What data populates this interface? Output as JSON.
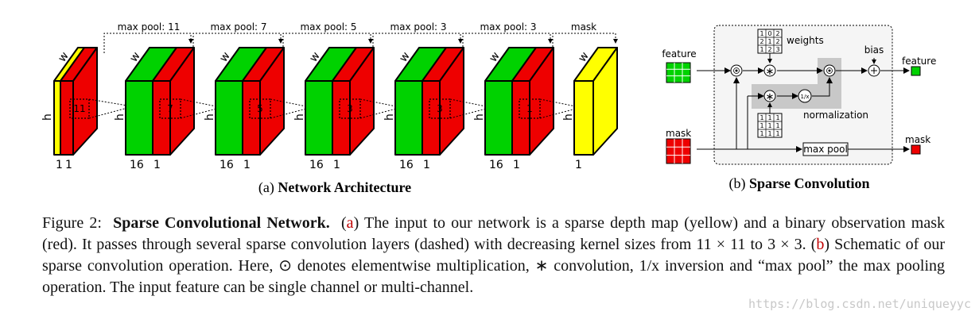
{
  "network": {
    "pool_labels": [
      "max pool: 11",
      "max pool: 7",
      "max pool: 5",
      "max pool: 3",
      "max pool: 3",
      "mask"
    ],
    "kernel_labels": [
      "11",
      "7",
      "5",
      "3",
      "3",
      "1"
    ],
    "dim_w": "w",
    "dim_h": "h",
    "channels_input": [
      "1",
      "1"
    ],
    "channels_layer": [
      "16",
      "1"
    ],
    "channels_output": "1",
    "subcaption_prefix": "(a)",
    "subcaption_title": "Network Architecture"
  },
  "sparse_conv": {
    "feature_in": "feature",
    "mask_in": "mask",
    "weights": "weights",
    "weights_matrix": [
      [
        "1",
        "0",
        "2"
      ],
      [
        "2",
        "1",
        "2"
      ],
      [
        "1",
        "2",
        "3"
      ]
    ],
    "ones_matrix": [
      [
        "1",
        "1",
        "1"
      ],
      [
        "1",
        "1",
        "1"
      ],
      [
        "1",
        "1",
        "1"
      ]
    ],
    "bias": "bias",
    "normalization": "normalization",
    "inverse": "1/x",
    "max_pool": "max pool",
    "feature_out": "feature",
    "mask_out": "mask",
    "subcaption_prefix": "(b)",
    "subcaption_title": "Sparse Convolution"
  },
  "caption": {
    "fig_label": "Figure 2:",
    "title": "Sparse Convolutional Network.",
    "ref_a": "a",
    "text_a": " The input to our network is a sparse depth map (yellow) and a binary observation mask (red). It passes through several sparse convolution layers (dashed) with decreasing kernel sizes from 11 × 11 to 3 × 3. (",
    "ref_b": "b",
    "text_b": ") Schematic of our sparse convolution operation. Here, ⊙ denotes elementwise multiplication, ∗ convolution, 1/x inversion and “max pool” the max pooling operation. The input feature can be single channel or multi-channel."
  },
  "watermark": "https://blog.csdn.net/uniqueyyc",
  "colors": {
    "green": "#00d200",
    "red": "#ee0000",
    "yellow": "#ffff00",
    "gray_box": "#c8c8c8"
  }
}
